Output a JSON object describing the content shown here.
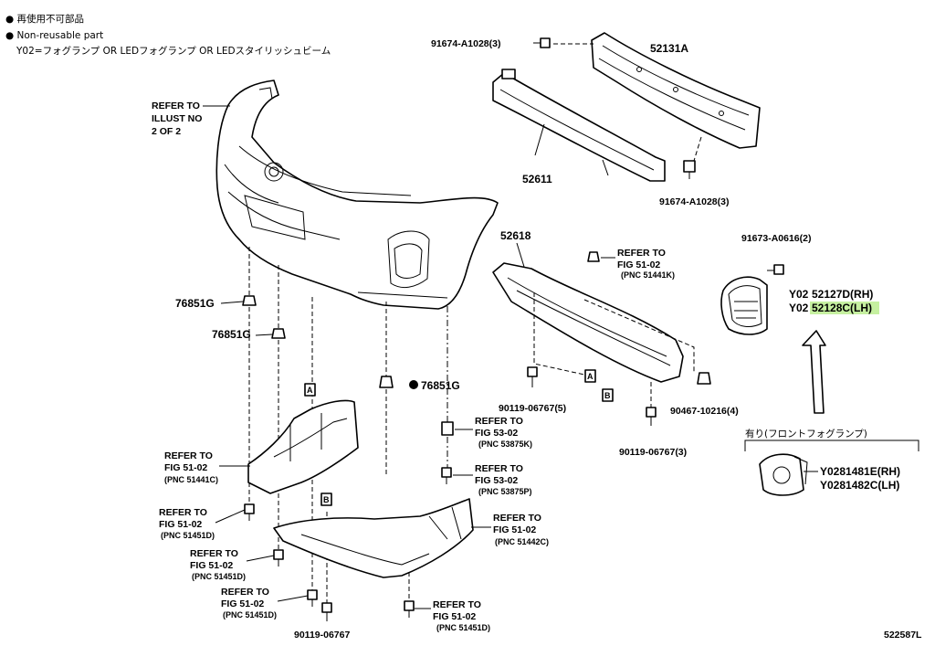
{
  "legend": {
    "line1": "● 再使用不可部品",
    "line2": "● Non-reusable part",
    "line3": "Y02=フォグランプ OR LEDフォグランプ OR LEDスタイリッシュビーム"
  },
  "bumper_refer": [
    "REFER TO",
    "ILLUST NO",
    "2 OF 2"
  ],
  "parts": {
    "p91674_top": "91674-A1028(3)",
    "p52131A": "52131A",
    "p52611": "52611",
    "p91674_bot": "91674-A1028(3)",
    "p52618": "52618",
    "p91673": "91673-A0616(2)",
    "y02_a": "Y02",
    "p52127D": "52127D(RH)",
    "y02_b": "Y02",
    "p52128C": "52128C(LH)",
    "p76851G_1": "76851G",
    "p76851G_2": "76851G",
    "p76851G_3": "76851G",
    "p90119_5": "90119-06767(5)",
    "p90467": "90467-10216(4)",
    "p90119_3": "90119-06767(3)",
    "p90119_b": "90119-06767",
    "fog_title": "有り(フロントフォグランプ)",
    "y0281481E": "Y0281481E(RH)",
    "y0281482C": "Y0281482C(LH)",
    "ref_no": "522587L",
    "box_a": "A",
    "box_b": "B"
  },
  "refers": {
    "r51441K": [
      "REFER TO",
      "FIG 51-02",
      "(PNC 51441K)"
    ],
    "r53875K": [
      "REFER TO",
      "FIG 53-02",
      "(PNC 53875K)"
    ],
    "r53875P": [
      "REFER TO",
      "FIG 53-02",
      "(PNC 53875P)"
    ],
    "r51441C": [
      "REFER TO",
      "FIG 51-02",
      "(PNC 51441C)"
    ],
    "r51451D_1": [
      "REFER TO",
      "FIG 51-02",
      "(PNC 51451D)"
    ],
    "r51442C": [
      "REFER TO",
      "FIG 51-02",
      "(PNC 51442C)"
    ],
    "r51451D_2": [
      "REFER TO",
      "FIG 51-02",
      "(PNC 51451D)"
    ],
    "r51451D_3": [
      "REFER TO",
      "FIG 51-02",
      "(PNC 51451D)"
    ],
    "r51451D_4": [
      "REFER TO",
      "FIG 51-02",
      "(PNC 51451D)"
    ]
  },
  "colors": {
    "highlight": "#c6f0a0",
    "ink": "#000000"
  },
  "icons": [
    "clip-icon",
    "bolt-icon",
    "arrow-up-icon",
    "non-reusable-dot-icon"
  ]
}
